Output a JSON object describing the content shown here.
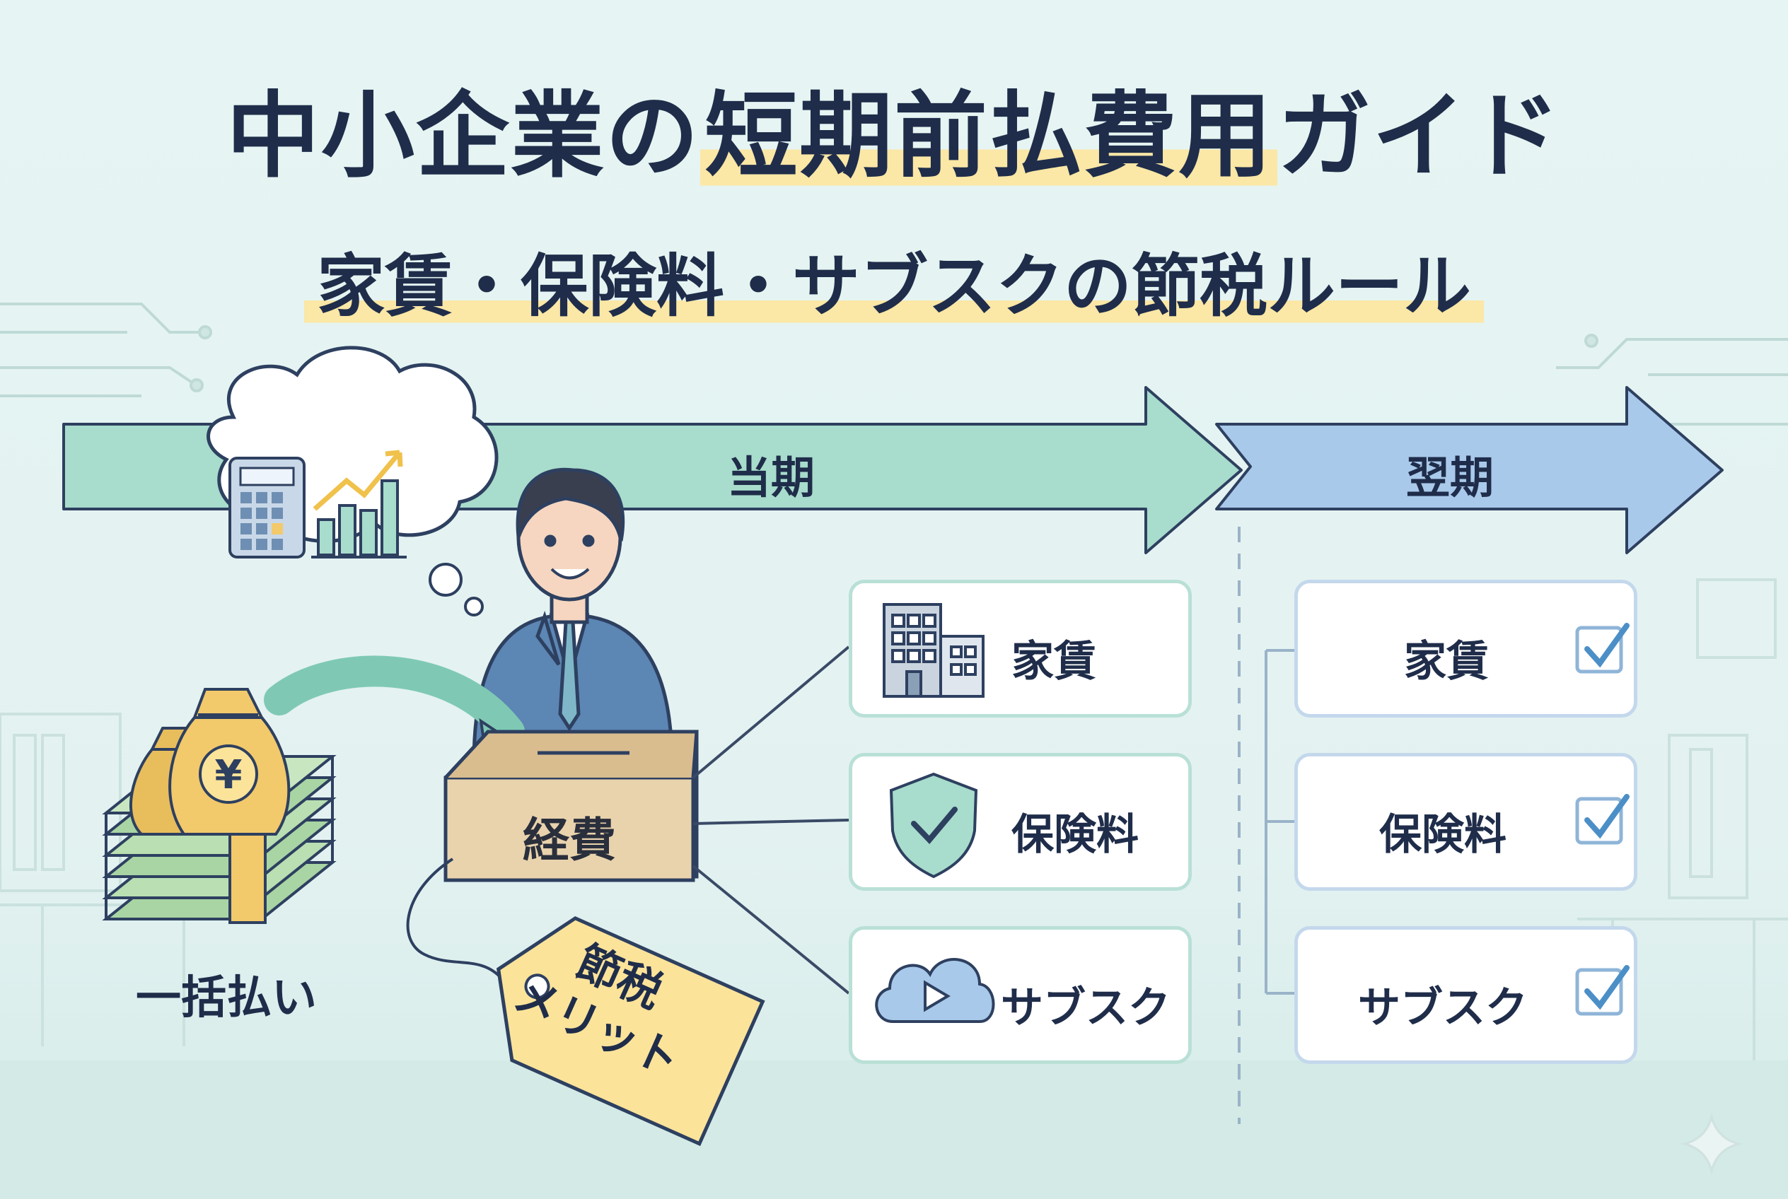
{
  "title": {
    "part1": "中小企業の",
    "part2": "短期前払費用",
    "part3": "ガイド"
  },
  "subtitle": "家賃・保険料・サブスクの節税ルール",
  "timeline": {
    "current": "当期",
    "next": "翌期"
  },
  "payment": {
    "label": "一括払い",
    "currency": "¥"
  },
  "expense_box": {
    "label": "経費"
  },
  "tag": {
    "line1": "節税",
    "line2": "メリット"
  },
  "current_items": [
    {
      "label": "家賃",
      "icon": "building-icon"
    },
    {
      "label": "保険料",
      "icon": "shield-check-icon"
    },
    {
      "label": "サブスク",
      "icon": "cloud-play-icon"
    }
  ],
  "next_items": [
    {
      "label": "家賃",
      "icon": "checkbox-checked-icon"
    },
    {
      "label": "保険料",
      "icon": "checkbox-checked-icon"
    },
    {
      "label": "サブスク",
      "icon": "checkbox-checked-icon"
    }
  ],
  "colors": {
    "navy": "#1f2d4a",
    "highlight": "#fbe7a6",
    "current_arrow": "#a8dccc",
    "next_arrow": "#a9c9ea",
    "box": "#e9d3ad",
    "tag": "#fbe39a",
    "money": "#a8d5a3",
    "bag": "#f2c96b",
    "check": "#4c8fc7"
  }
}
